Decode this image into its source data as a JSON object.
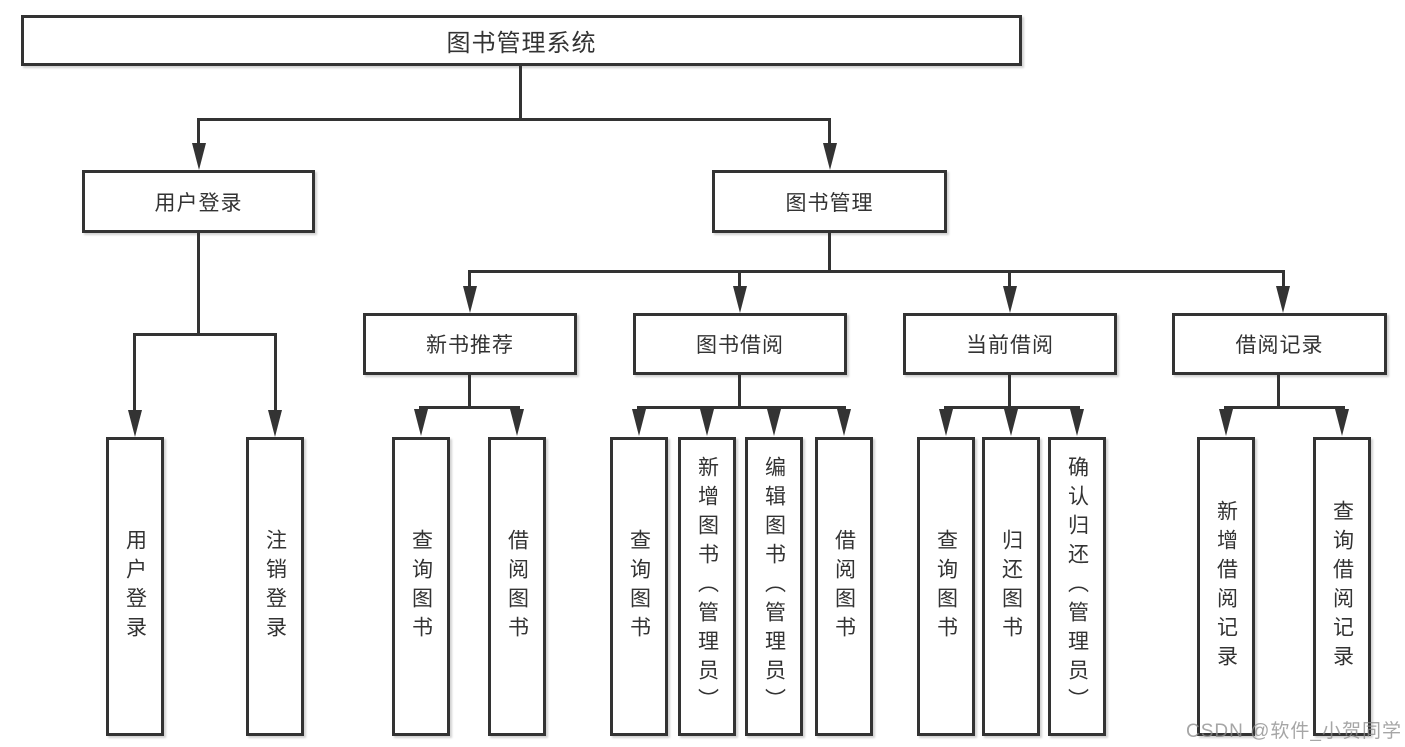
{
  "title": "图书管理系统",
  "watermark": "CSDN @软件_小贺同学",
  "colors": {
    "line": "#333333",
    "box_background": "#ffffff",
    "watermark_color": "#8d8d8d"
  },
  "tree": {
    "root": "图书管理系统",
    "branches": [
      {
        "label": "用户登录",
        "children": [
          {
            "label": "用户登录"
          },
          {
            "label": "注销登录"
          }
        ]
      },
      {
        "label": "图书管理",
        "groups": [
          {
            "label": "新书推荐",
            "children": [
              {
                "label": "查询图书"
              },
              {
                "label": "借阅图书"
              }
            ]
          },
          {
            "label": "图书借阅",
            "children": [
              {
                "label": "查询图书"
              },
              {
                "label": "新增图书（管理员）"
              },
              {
                "label": "编辑图书（管理员）"
              },
              {
                "label": "借阅图书"
              }
            ]
          },
          {
            "label": "当前借阅",
            "children": [
              {
                "label": "查询图书"
              },
              {
                "label": "归还图书"
              },
              {
                "label": "确认归还（管理员）"
              }
            ]
          },
          {
            "label": "借阅记录",
            "children": [
              {
                "label": "新增借阅记录"
              },
              {
                "label": "查询借阅记录"
              }
            ]
          }
        ]
      }
    ]
  }
}
